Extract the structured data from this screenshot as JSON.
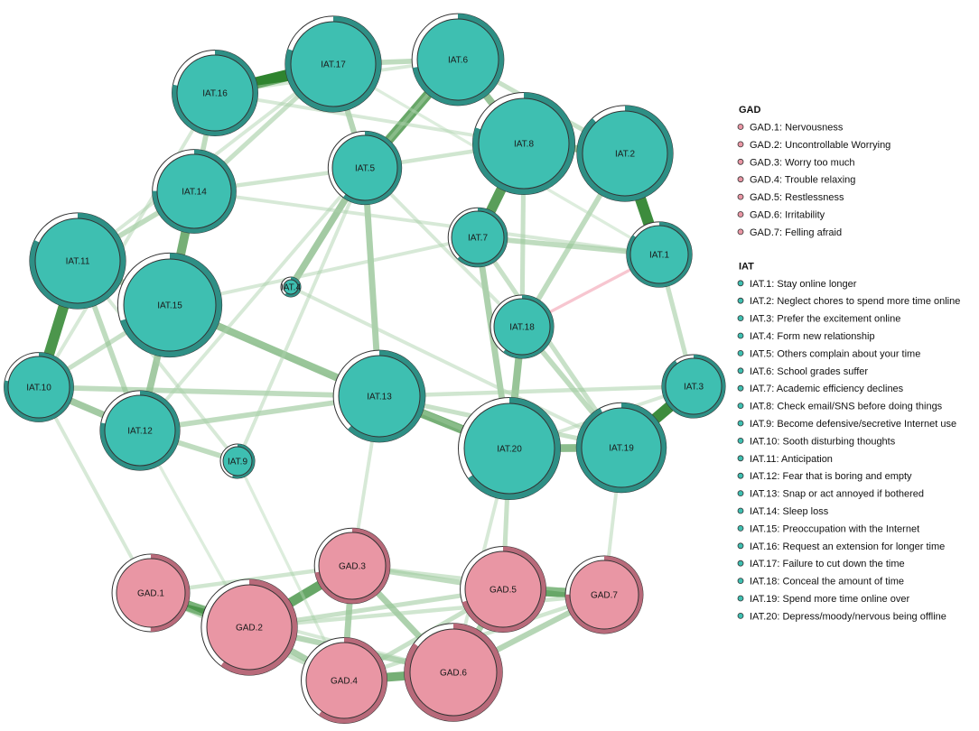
{
  "colors": {
    "iat_fill": "#3ebfb1",
    "iat_ring": "#2e8f85",
    "gad_fill": "#e996a4",
    "gad_ring": "#b86a7a",
    "edge_positive": "#1f7a1f",
    "edge_negative": "#f2a0b0"
  },
  "legend": {
    "groups": [
      {
        "title": "GAD",
        "color": "#e996a4",
        "items": [
          "GAD.1: Nervousness",
          "GAD.2: Uncontrollable Worrying",
          "GAD.3: Worry too much",
          "GAD.4: Trouble relaxing",
          "GAD.5: Restlessness",
          "GAD.6: Irritability",
          "GAD.7: Felling afraid"
        ]
      },
      {
        "title": "IAT",
        "color": "#3ebfb1",
        "items": [
          "IAT.1: Stay online longer",
          "IAT.2: Neglect chores to spend more time online",
          "IAT.3: Prefer the excitement online",
          "IAT.4: Form new relationship",
          "IAT.5: Others complain about your time",
          "IAT.6: School grades suffer",
          "IAT.7: Academic efficiency declines",
          "IAT.8: Check email/SNS before doing things",
          "IAT.9: Become defensive/secretive Internet use",
          "IAT.10: Sooth disturbing thoughts",
          "IAT.11: Anticipation",
          "IAT.12: Fear that is boring and empty",
          "IAT.13: Snap or act annoyed if bothered",
          "IAT.14: Sleep loss",
          "IAT.15: Preoccupation with the Internet",
          "IAT.16: Request an extension for longer time",
          "IAT.17: Failure to cut down the time",
          "IAT.18: Conceal the amount of time",
          "IAT.19: Spend more time online over",
          "IAT.20: Depress/moody/nervous being offline"
        ]
      }
    ]
  },
  "nodes": [
    {
      "id": "IAT.1",
      "label": "IAT.1",
      "group": "IAT",
      "pie": 0.85
    },
    {
      "id": "IAT.2",
      "label": "IAT.2",
      "group": "IAT",
      "pie": 0.88
    },
    {
      "id": "IAT.3",
      "label": "IAT.3",
      "group": "IAT",
      "pie": 0.9
    },
    {
      "id": "IAT.4",
      "label": "IAT.4",
      "group": "IAT",
      "pie": 0.6
    },
    {
      "id": "IAT.5",
      "label": "IAT.5",
      "group": "IAT",
      "pie": 0.6
    },
    {
      "id": "IAT.6",
      "label": "IAT.6",
      "group": "IAT",
      "pie": 0.72
    },
    {
      "id": "IAT.7",
      "label": "IAT.7",
      "group": "IAT",
      "pie": 0.62
    },
    {
      "id": "IAT.8",
      "label": "IAT.8",
      "group": "IAT",
      "pie": 0.8
    },
    {
      "id": "IAT.9",
      "label": "IAT.9",
      "group": "IAT",
      "pie": 0.55
    },
    {
      "id": "IAT.10",
      "label": "IAT.10",
      "group": "IAT",
      "pie": 0.78
    },
    {
      "id": "IAT.11",
      "label": "IAT.11",
      "group": "IAT",
      "pie": 0.82
    },
    {
      "id": "IAT.12",
      "label": "IAT.12",
      "group": "IAT",
      "pie": 0.78
    },
    {
      "id": "IAT.13",
      "label": "IAT.13",
      "group": "IAT",
      "pie": 0.62
    },
    {
      "id": "IAT.14",
      "label": "IAT.14",
      "group": "IAT",
      "pie": 0.75
    },
    {
      "id": "IAT.15",
      "label": "IAT.15",
      "group": "IAT",
      "pie": 0.7
    },
    {
      "id": "IAT.16",
      "label": "IAT.16",
      "group": "IAT",
      "pie": 0.78
    },
    {
      "id": "IAT.17",
      "label": "IAT.17",
      "group": "IAT",
      "pie": 0.8
    },
    {
      "id": "IAT.18",
      "label": "IAT.18",
      "group": "IAT",
      "pie": 0.6
    },
    {
      "id": "IAT.19",
      "label": "IAT.19",
      "group": "IAT",
      "pie": 0.92
    },
    {
      "id": "IAT.20",
      "label": "IAT.20",
      "group": "IAT",
      "pie": 0.65
    },
    {
      "id": "GAD.1",
      "label": "GAD.1",
      "group": "GAD",
      "pie": 0.5
    },
    {
      "id": "GAD.2",
      "label": "GAD.2",
      "group": "GAD",
      "pie": 0.6
    },
    {
      "id": "GAD.3",
      "label": "GAD.3",
      "group": "GAD",
      "pie": 0.72
    },
    {
      "id": "GAD.4",
      "label": "GAD.4",
      "group": "GAD",
      "pie": 0.6
    },
    {
      "id": "GAD.5",
      "label": "GAD.5",
      "group": "GAD",
      "pie": 0.7
    },
    {
      "id": "GAD.6",
      "label": "GAD.6",
      "group": "GAD",
      "pie": 0.85
    },
    {
      "id": "GAD.7",
      "label": "GAD.7",
      "group": "GAD",
      "pie": 0.75
    }
  ],
  "edges": [
    {
      "source": "IAT.16",
      "target": "IAT.17",
      "weight": 0.95,
      "sign": "positive"
    },
    {
      "source": "IAT.2",
      "target": "IAT.1",
      "weight": 0.9,
      "sign": "positive"
    },
    {
      "source": "IAT.3",
      "target": "IAT.19",
      "weight": 0.9,
      "sign": "positive"
    },
    {
      "source": "IAT.11",
      "target": "IAT.10",
      "weight": 0.85,
      "sign": "positive"
    },
    {
      "source": "GAD.1",
      "target": "GAD.2",
      "weight": 0.85,
      "sign": "positive"
    },
    {
      "source": "IAT.8",
      "target": "IAT.7",
      "weight": 0.8,
      "sign": "positive"
    },
    {
      "source": "IAT.6",
      "target": "IAT.5",
      "weight": 0.75,
      "sign": "positive"
    },
    {
      "source": "GAD.5",
      "target": "GAD.7",
      "weight": 0.75,
      "sign": "positive"
    },
    {
      "source": "GAD.2",
      "target": "GAD.3",
      "weight": 0.75,
      "sign": "positive"
    },
    {
      "source": "GAD.4",
      "target": "GAD.6",
      "weight": 0.7,
      "sign": "positive"
    },
    {
      "source": "IAT.14",
      "target": "IAT.15",
      "weight": 0.7,
      "sign": "positive"
    },
    {
      "source": "IAT.13",
      "target": "IAT.20",
      "weight": 0.7,
      "sign": "positive"
    },
    {
      "source": "IAT.6",
      "target": "IAT.8",
      "weight": 0.55,
      "sign": "positive"
    },
    {
      "source": "IAT.8",
      "target": "IAT.2",
      "weight": 0.55,
      "sign": "positive"
    },
    {
      "source": "IAT.20",
      "target": "IAT.19",
      "weight": 0.6,
      "sign": "positive"
    },
    {
      "source": "IAT.18",
      "target": "IAT.20",
      "weight": 0.55,
      "sign": "positive"
    },
    {
      "source": "IAT.10",
      "target": "IAT.12",
      "weight": 0.5,
      "sign": "positive"
    },
    {
      "source": "IAT.15",
      "target": "IAT.12",
      "weight": 0.5,
      "sign": "positive"
    },
    {
      "source": "IAT.11",
      "target": "IAT.15",
      "weight": 0.45,
      "sign": "positive"
    },
    {
      "source": "IAT.12",
      "target": "IAT.9",
      "weight": 0.35,
      "sign": "positive"
    },
    {
      "source": "IAT.5",
      "target": "IAT.4",
      "weight": 0.5,
      "sign": "positive"
    },
    {
      "source": "IAT.7",
      "target": "IAT.20",
      "weight": 0.45,
      "sign": "positive"
    },
    {
      "source": "IAT.5",
      "target": "IAT.13",
      "weight": 0.45,
      "sign": "positive"
    },
    {
      "source": "IAT.15",
      "target": "IAT.13",
      "weight": 0.55,
      "sign": "positive"
    },
    {
      "source": "IAT.12",
      "target": "IAT.13",
      "weight": 0.35,
      "sign": "positive"
    },
    {
      "source": "IAT.14",
      "target": "IAT.11",
      "weight": 0.35,
      "sign": "positive"
    },
    {
      "source": "IAT.17",
      "target": "IAT.6",
      "weight": 0.35,
      "sign": "positive"
    },
    {
      "source": "IAT.17",
      "target": "IAT.5",
      "weight": 0.4,
      "sign": "positive"
    },
    {
      "source": "IAT.16",
      "target": "IAT.14",
      "weight": 0.35,
      "sign": "positive"
    },
    {
      "source": "IAT.7",
      "target": "IAT.1",
      "weight": 0.35,
      "sign": "positive"
    },
    {
      "source": "IAT.2",
      "target": "IAT.18",
      "weight": 0.35,
      "sign": "positive"
    },
    {
      "source": "IAT.1",
      "target": "IAT.3",
      "weight": 0.3,
      "sign": "positive"
    },
    {
      "source": "IAT.18",
      "target": "IAT.19",
      "weight": 0.35,
      "sign": "positive"
    },
    {
      "source": "IAT.10",
      "target": "IAT.13",
      "weight": 0.35,
      "sign": "positive"
    },
    {
      "source": "IAT.15",
      "target": "IAT.10",
      "weight": 0.3,
      "sign": "positive"
    },
    {
      "source": "IAT.11",
      "target": "IAT.12",
      "weight": 0.35,
      "sign": "positive"
    },
    {
      "source": "IAT.6",
      "target": "IAT.2",
      "weight": 0.3,
      "sign": "positive"
    },
    {
      "source": "IAT.17",
      "target": "IAT.14",
      "weight": 0.3,
      "sign": "positive"
    },
    {
      "source": "IAT.14",
      "target": "IAT.5",
      "weight": 0.25,
      "sign": "positive"
    },
    {
      "source": "IAT.5",
      "target": "IAT.8",
      "weight": 0.25,
      "sign": "positive"
    },
    {
      "source": "IAT.8",
      "target": "IAT.18",
      "weight": 0.3,
      "sign": "positive"
    },
    {
      "source": "IAT.15",
      "target": "IAT.20",
      "weight": 0.3,
      "sign": "positive"
    },
    {
      "source": "IAT.13",
      "target": "IAT.19",
      "weight": 0.3,
      "sign": "positive"
    },
    {
      "source": "IAT.9",
      "target": "IAT.5",
      "weight": 0.2,
      "sign": "positive"
    },
    {
      "source": "IAT.10",
      "target": "IAT.16",
      "weight": 0.2,
      "sign": "positive"
    },
    {
      "source": "IAT.11",
      "target": "IAT.17",
      "weight": 0.2,
      "sign": "positive"
    },
    {
      "source": "IAT.12",
      "target": "IAT.6",
      "weight": 0.2,
      "sign": "positive"
    },
    {
      "source": "IAT.13",
      "target": "IAT.3",
      "weight": 0.25,
      "sign": "positive"
    },
    {
      "source": "IAT.4",
      "target": "IAT.19",
      "weight": 0.2,
      "sign": "positive"
    },
    {
      "source": "IAT.7",
      "target": "IAT.19",
      "weight": 0.3,
      "sign": "positive"
    },
    {
      "source": "IAT.16",
      "target": "IAT.8",
      "weight": 0.2,
      "sign": "positive"
    },
    {
      "source": "IAT.14",
      "target": "IAT.1",
      "weight": 0.2,
      "sign": "positive"
    },
    {
      "source": "IAT.11",
      "target": "IAT.9",
      "weight": 0.2,
      "sign": "positive"
    },
    {
      "source": "IAT.17",
      "target": "IAT.1",
      "weight": 0.15,
      "sign": "positive"
    },
    {
      "source": "IAT.16",
      "target": "IAT.6",
      "weight": 0.2,
      "sign": "positive"
    },
    {
      "source": "IAT.15",
      "target": "IAT.7",
      "weight": 0.2,
      "sign": "positive"
    },
    {
      "source": "IAT.5",
      "target": "IAT.18",
      "weight": 0.2,
      "sign": "positive"
    },
    {
      "source": "IAT.3",
      "target": "IAT.20",
      "weight": 0.2,
      "sign": "positive"
    },
    {
      "source": "IAT.10",
      "target": "GAD.1",
      "weight": 0.2,
      "sign": "positive"
    },
    {
      "source": "IAT.20",
      "target": "GAD.5",
      "weight": 0.3,
      "sign": "positive"
    },
    {
      "source": "IAT.13",
      "target": "GAD.3",
      "weight": 0.2,
      "sign": "positive"
    },
    {
      "source": "IAT.19",
      "target": "GAD.7",
      "weight": 0.2,
      "sign": "positive"
    },
    {
      "source": "IAT.12",
      "target": "GAD.2",
      "weight": 0.15,
      "sign": "positive"
    },
    {
      "source": "IAT.9",
      "target": "GAD.4",
      "weight": 0.15,
      "sign": "positive"
    },
    {
      "source": "IAT.20",
      "target": "GAD.6",
      "weight": 0.2,
      "sign": "positive"
    },
    {
      "source": "IAT.18",
      "target": "IAT.1",
      "weight": 0.15,
      "sign": "negative"
    },
    {
      "source": "GAD.2",
      "target": "GAD.4",
      "weight": 0.45,
      "sign": "positive"
    },
    {
      "source": "GAD.3",
      "target": "GAD.4",
      "weight": 0.45,
      "sign": "positive"
    },
    {
      "source": "GAD.2",
      "target": "GAD.6",
      "weight": 0.4,
      "sign": "positive"
    },
    {
      "source": "GAD.3",
      "target": "GAD.5",
      "weight": 0.35,
      "sign": "positive"
    },
    {
      "source": "GAD.3",
      "target": "GAD.6",
      "weight": 0.45,
      "sign": "positive"
    },
    {
      "source": "GAD.5",
      "target": "GAD.6",
      "weight": 0.45,
      "sign": "positive"
    },
    {
      "source": "GAD.6",
      "target": "GAD.7",
      "weight": 0.4,
      "sign": "positive"
    },
    {
      "source": "GAD.1",
      "target": "GAD.4",
      "weight": 0.3,
      "sign": "positive"
    },
    {
      "source": "GAD.2",
      "target": "GAD.5",
      "weight": 0.3,
      "sign": "positive"
    },
    {
      "source": "GAD.4",
      "target": "GAD.5",
      "weight": 0.3,
      "sign": "positive"
    },
    {
      "source": "GAD.1",
      "target": "GAD.3",
      "weight": 0.25,
      "sign": "positive"
    },
    {
      "source": "GAD.2",
      "target": "GAD.7",
      "weight": 0.25,
      "sign": "positive"
    },
    {
      "source": "GAD.4",
      "target": "GAD.7",
      "weight": 0.25,
      "sign": "positive"
    },
    {
      "source": "GAD.1",
      "target": "GAD.6",
      "weight": 0.2,
      "sign": "positive"
    },
    {
      "source": "GAD.3",
      "target": "GAD.7",
      "weight": 0.25,
      "sign": "positive"
    }
  ]
}
